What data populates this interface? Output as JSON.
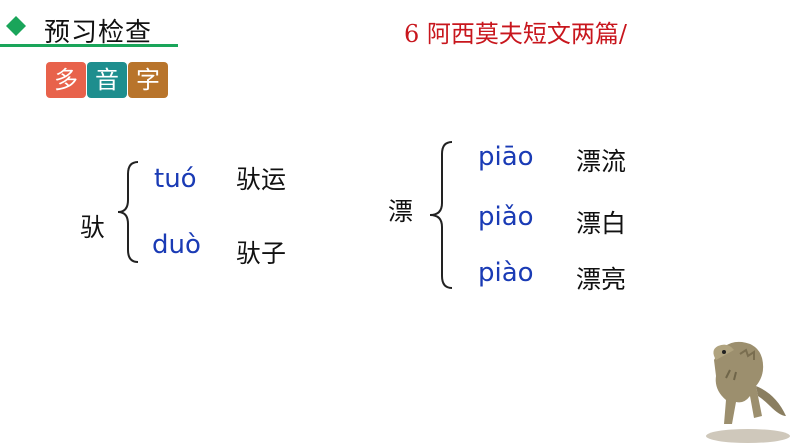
{
  "header": {
    "title": "预习检查",
    "lesson": "6  阿西莫夫短文两篇/"
  },
  "badge": [
    "多",
    "音",
    "字"
  ],
  "groups": [
    {
      "char": "驮",
      "readings": [
        {
          "pinyin": "tuó",
          "word": "驮运"
        },
        {
          "pinyin": "duò",
          "word": "驮子"
        }
      ]
    },
    {
      "char": "漂",
      "readings": [
        {
          "pinyin": "piāo",
          "word": "漂流"
        },
        {
          "pinyin": "piǎo",
          "word": "漂白"
        },
        {
          "pinyin": "piào",
          "word": "漂亮"
        }
      ]
    }
  ],
  "colors": {
    "accent_green": "#1aa55a",
    "lesson_red": "#c8161d",
    "pinyin_blue": "#1a3bb5"
  }
}
